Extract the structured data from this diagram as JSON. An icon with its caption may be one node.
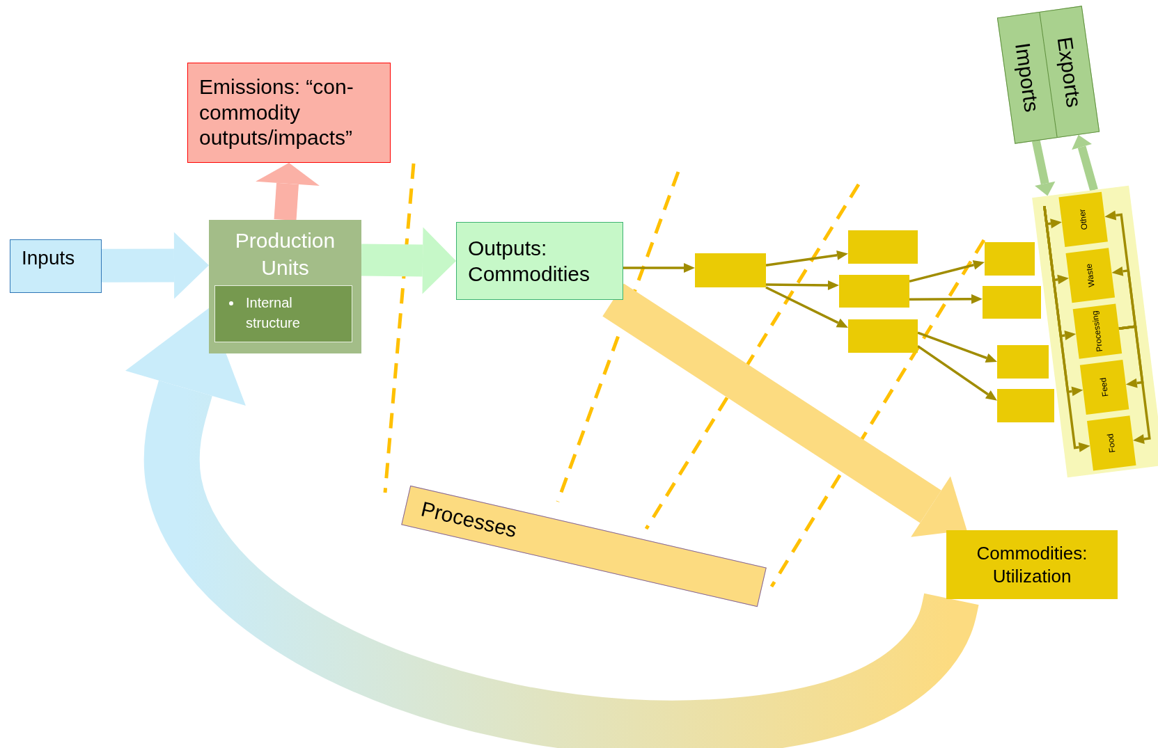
{
  "diagram": {
    "nodes": [
      {
        "text": [
          "Emissions: “con-commodity outputs/impacts”"
        ]
      },
      {
        "text": [
          "Inputs"
        ]
      },
      {
        "text": [
          "Production Units"
        ]
      },
      {
        "text": [
          "Internal structure"
        ],
        "in": 2
      },
      {
        "text": [
          "Outputs: Commodities"
        ]
      },
      {
        "text": [],
        "shape": "box"
      },
      {
        "text": [],
        "shape": "box"
      },
      {
        "text": [],
        "shape": "box"
      },
      {
        "text": [],
        "shape": "box"
      },
      {
        "text": [],
        "shape": "box"
      },
      {
        "text": [],
        "shape": "box"
      },
      {
        "text": [],
        "shape": "box"
      },
      {
        "text": [],
        "shape": "box"
      },
      {
        "text": [
          "Processes"
        ]
      },
      {
        "text": [
          "Imports",
          "Exports"
        ]
      },
      {
        "text": [],
        "shape": "box"
      },
      {
        "text": [
          "Other"
        ],
        "in": 15
      },
      {
        "text": [
          "Waste"
        ],
        "in": 15
      },
      {
        "text": [
          "Processing"
        ],
        "in": 15
      },
      {
        "text": [
          "Feed"
        ],
        "in": 15
      },
      {
        "text": [
          "Food"
        ],
        "in": 15
      },
      {
        "text": [
          "Commodities: Utilization"
        ]
      }
    ],
    "edges": [
      {
        "from": 1,
        "to": 2,
        "arrow": "to",
        "style": "thick",
        "color": "#c9ecfa"
      },
      {
        "from": 2,
        "to": 0,
        "arrow": "to",
        "style": "thick",
        "color": "#fbb1a6"
      },
      {
        "from": 2,
        "to": 4,
        "arrow": "to",
        "style": "thick",
        "color": "#c6f8c8"
      },
      {
        "from": 4,
        "to": 5,
        "arrow": "to"
      },
      {
        "from": 5,
        "to": 6,
        "arrow": "to"
      },
      {
        "from": 5,
        "to": 7,
        "arrow": "to"
      },
      {
        "from": 5,
        "to": 8,
        "arrow": "to"
      },
      {
        "from": 7,
        "to": 9,
        "arrow": "to"
      },
      {
        "from": 7,
        "to": 10,
        "arrow": "to"
      },
      {
        "from": 8,
        "to": 11,
        "arrow": "to"
      },
      {
        "from": 8,
        "to": 12,
        "arrow": "to"
      },
      {
        "from": 4,
        "to": 21,
        "arrow": "to",
        "style": "thick",
        "color": "#fcdb80"
      },
      {
        "from": 21,
        "to": 2,
        "arrow": "to",
        "style": "thick",
        "color": "#fcdb80"
      },
      {
        "from": 14,
        "to": 15,
        "arrow": "to",
        "style": "thick",
        "color": "#a9d18e"
      },
      {
        "from": 15,
        "to": 14,
        "arrow": "to",
        "style": "thick",
        "color": "#a9d18e"
      },
      {
        "from": null,
        "to": 16,
        "arrow": "to"
      },
      {
        "from": null,
        "to": 17,
        "arrow": "to"
      },
      {
        "from": null,
        "to": 18,
        "arrow": "to"
      },
      {
        "from": null,
        "to": 19,
        "arrow": "to"
      },
      {
        "from": null,
        "to": 20,
        "arrow": "to"
      },
      {
        "from": 18,
        "to": 16,
        "arrow": "to"
      },
      {
        "from": 18,
        "to": 17,
        "arrow": "to"
      },
      {
        "from": 18,
        "to": 19,
        "arrow": "to"
      },
      {
        "from": 18,
        "to": 20,
        "arrow": "to"
      }
    ]
  }
}
